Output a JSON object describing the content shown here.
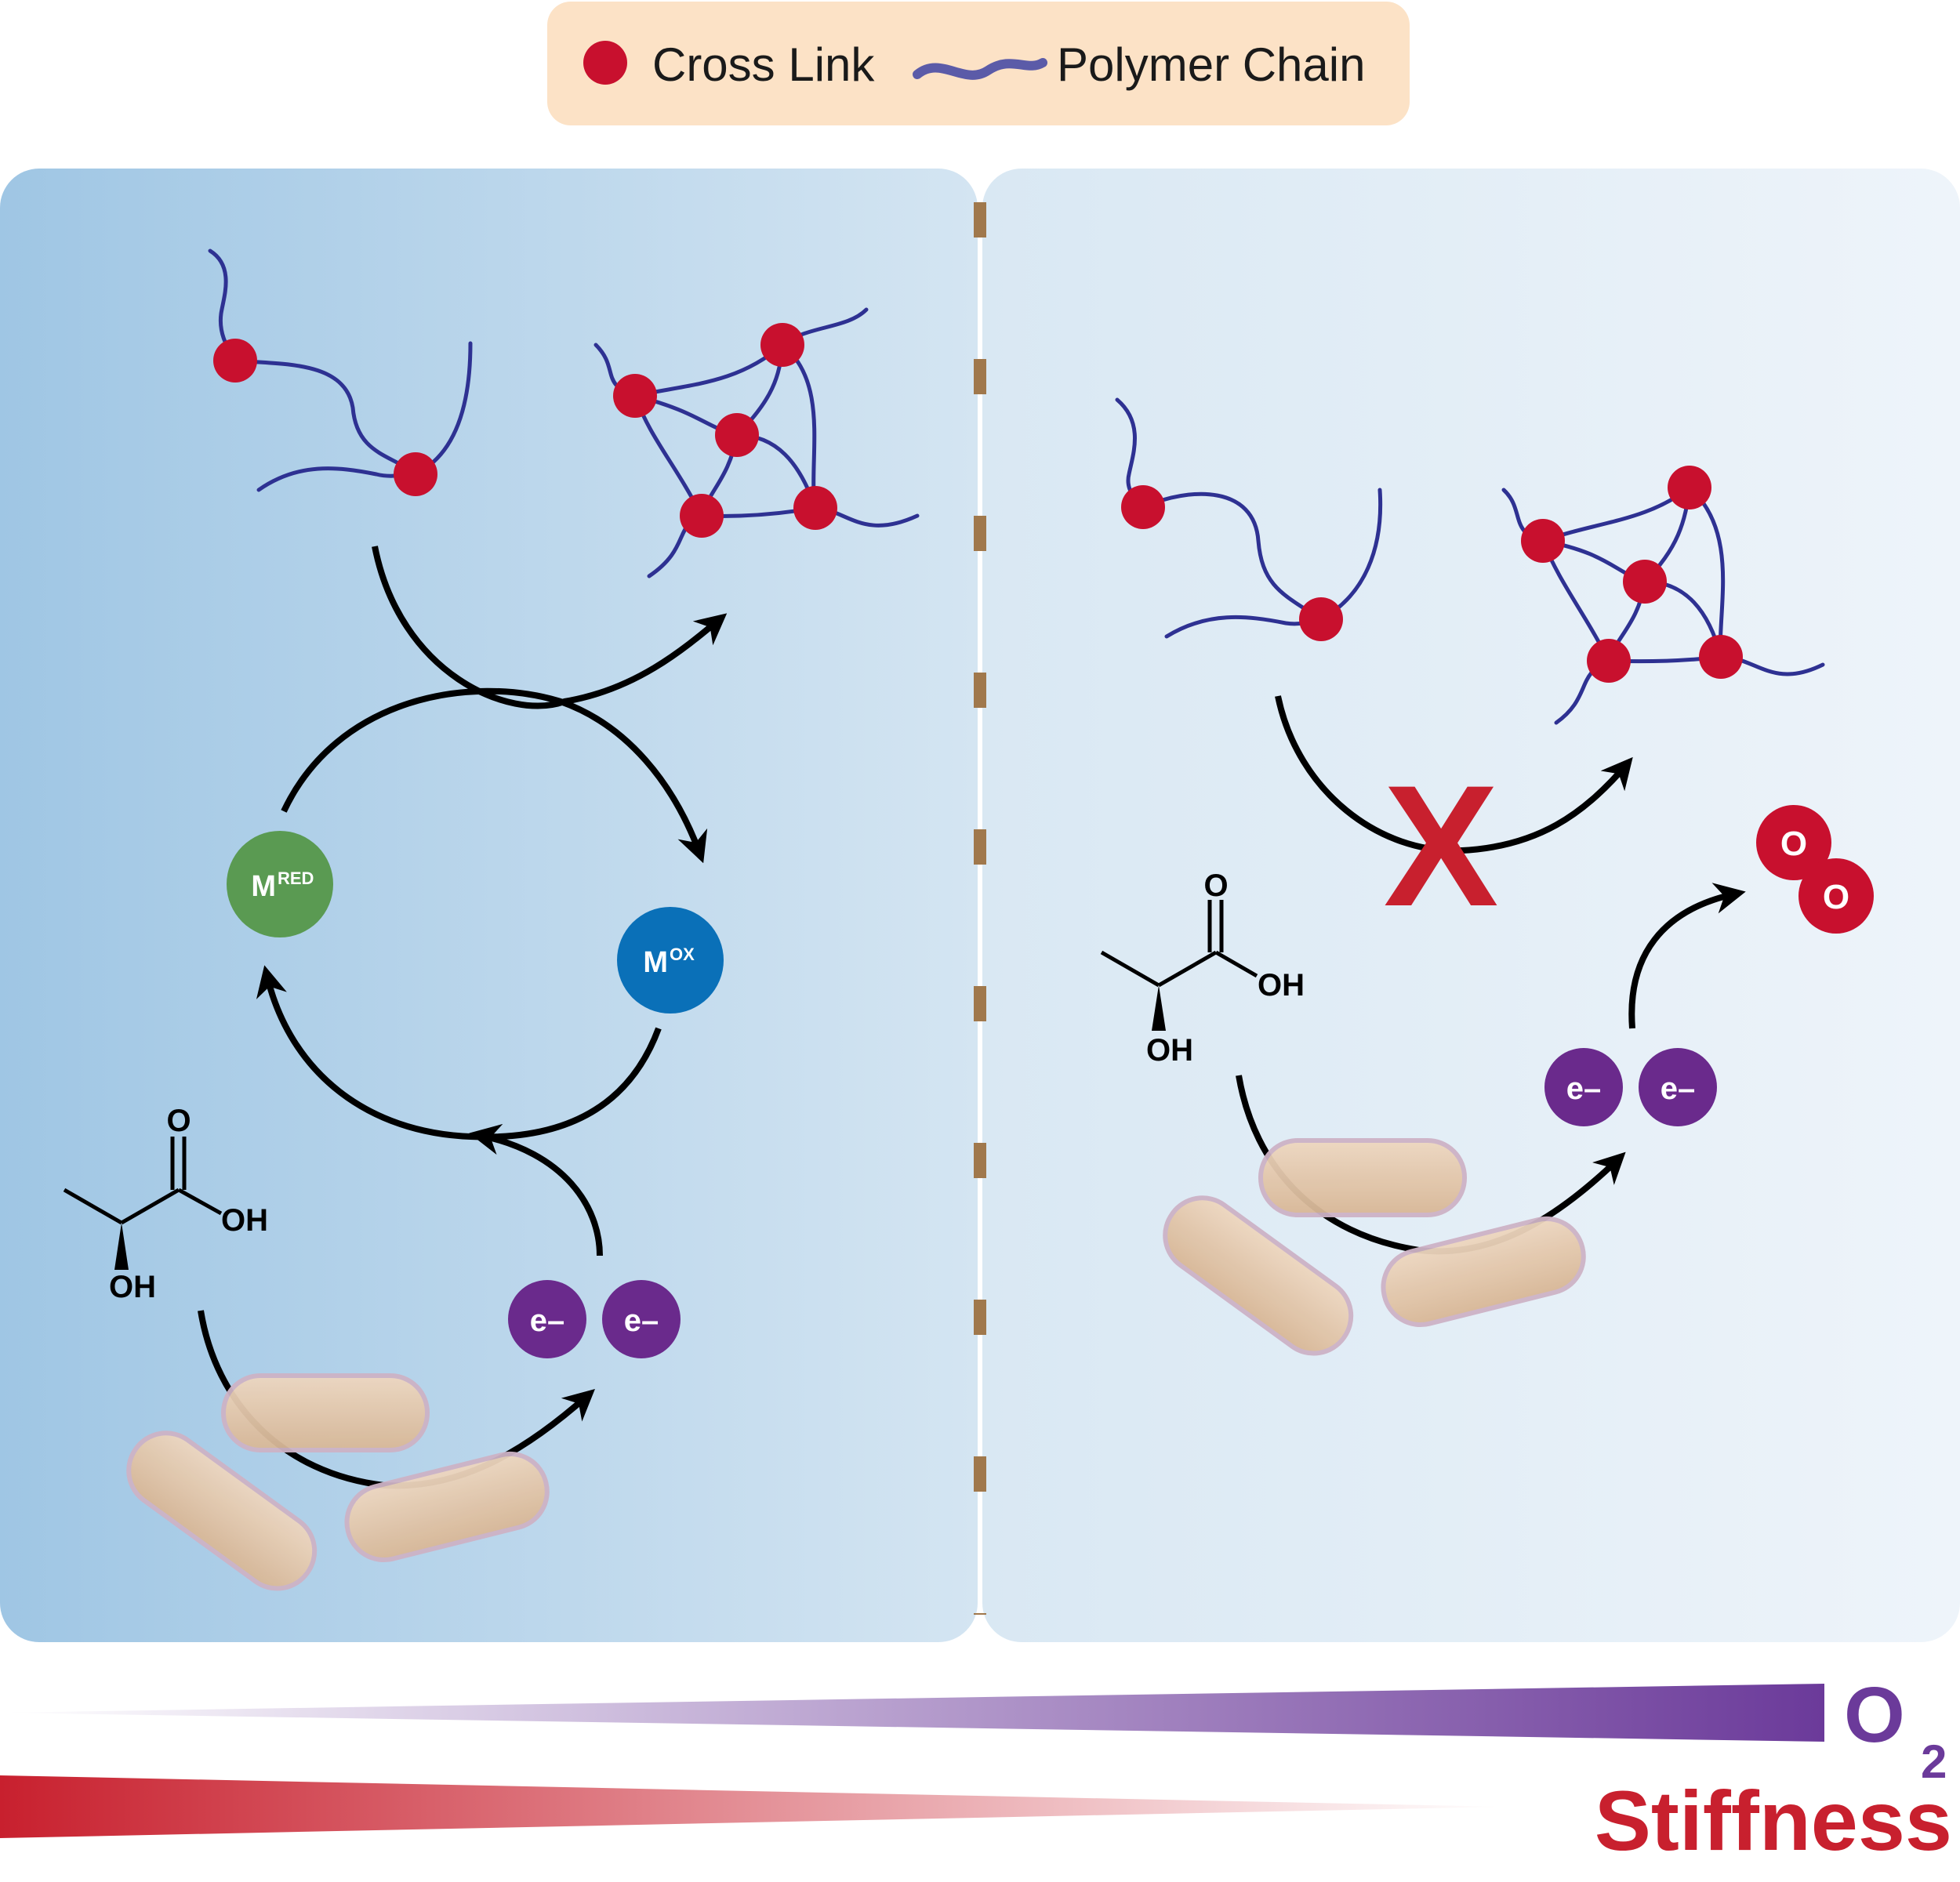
{
  "legend": {
    "cross_link_label": "Cross Link",
    "polymer_chain_label": "Polymer Chain",
    "background_color": "#fce2c6",
    "cross_link_color": "#c8102e",
    "polymer_color": "#2e3192"
  },
  "panels": {
    "left_gradient": [
      "#9fc6e4",
      "#d4e5f2"
    ],
    "right_gradient": [
      "#d9e8f3",
      "#eef4fa"
    ],
    "divider_color": "#a0784c"
  },
  "cycle": {
    "m_red": {
      "base": "M",
      "sup": "RED",
      "color": "#5a9a52"
    },
    "m_ox": {
      "base": "M",
      "sup": "OX",
      "color": "#0a70b8"
    }
  },
  "electron": {
    "label": "e–",
    "color": "#6a2a8c"
  },
  "lactic_acid": {
    "o": "O",
    "oh_acid": "OH",
    "oh_alpha": "OH"
  },
  "oxygen": {
    "label": "O",
    "color": "#c8102e"
  },
  "blocked": {
    "label": "X",
    "color": "#c8202e"
  },
  "bottom": {
    "o2_base": "O",
    "o2_sub": "2",
    "o2_color": "#6b3a9a",
    "stiffness_label": "Stiffness",
    "stiffness_color": "#c8202e"
  }
}
